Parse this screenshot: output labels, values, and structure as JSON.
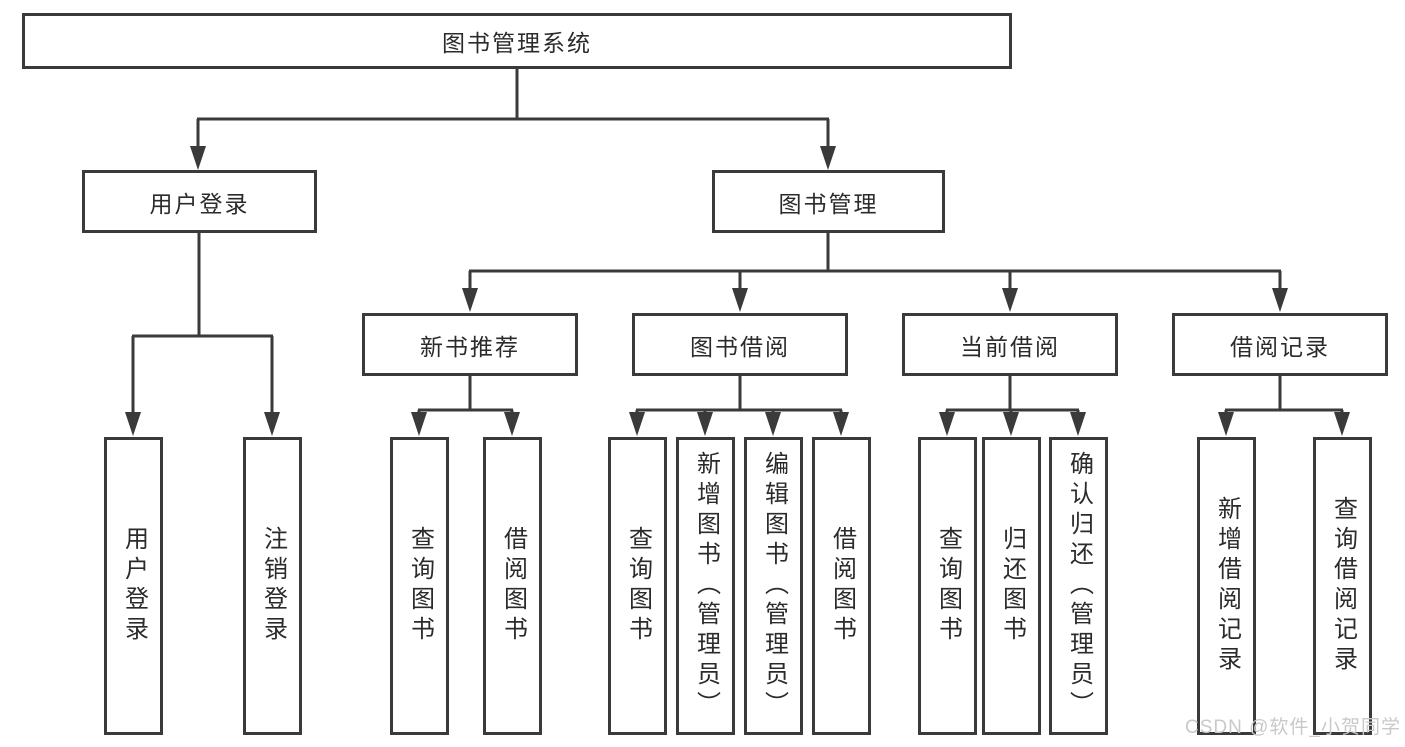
{
  "diagram": {
    "root": "图书管理系统",
    "branches": [
      {
        "label": "用户登录",
        "children": [
          "用户登录",
          "注销登录"
        ]
      },
      {
        "label": "图书管理",
        "children": [
          {
            "label": "新书推荐",
            "children": [
              "查询图书",
              "借阅图书"
            ]
          },
          {
            "label": "图书借阅",
            "children": [
              "查询图书",
              "新增图书（管理员）",
              "编辑图书（管理员）",
              "借阅图书"
            ]
          },
          {
            "label": "当前借阅",
            "children": [
              "查询图书",
              "归还图书",
              "确认归还（管理员）"
            ]
          },
          {
            "label": "借阅记录",
            "children": [
              "新增借阅记录",
              "查询借阅记录"
            ]
          }
        ]
      }
    ]
  },
  "watermark": {
    "text": "CSDN @软件_小贺同学"
  },
  "colors": {
    "line": "#3a3a3a",
    "box_border": "#3a3a3a",
    "text": "#2b2b2b",
    "watermark": "#c9c9c9",
    "background": "#ffffff"
  }
}
